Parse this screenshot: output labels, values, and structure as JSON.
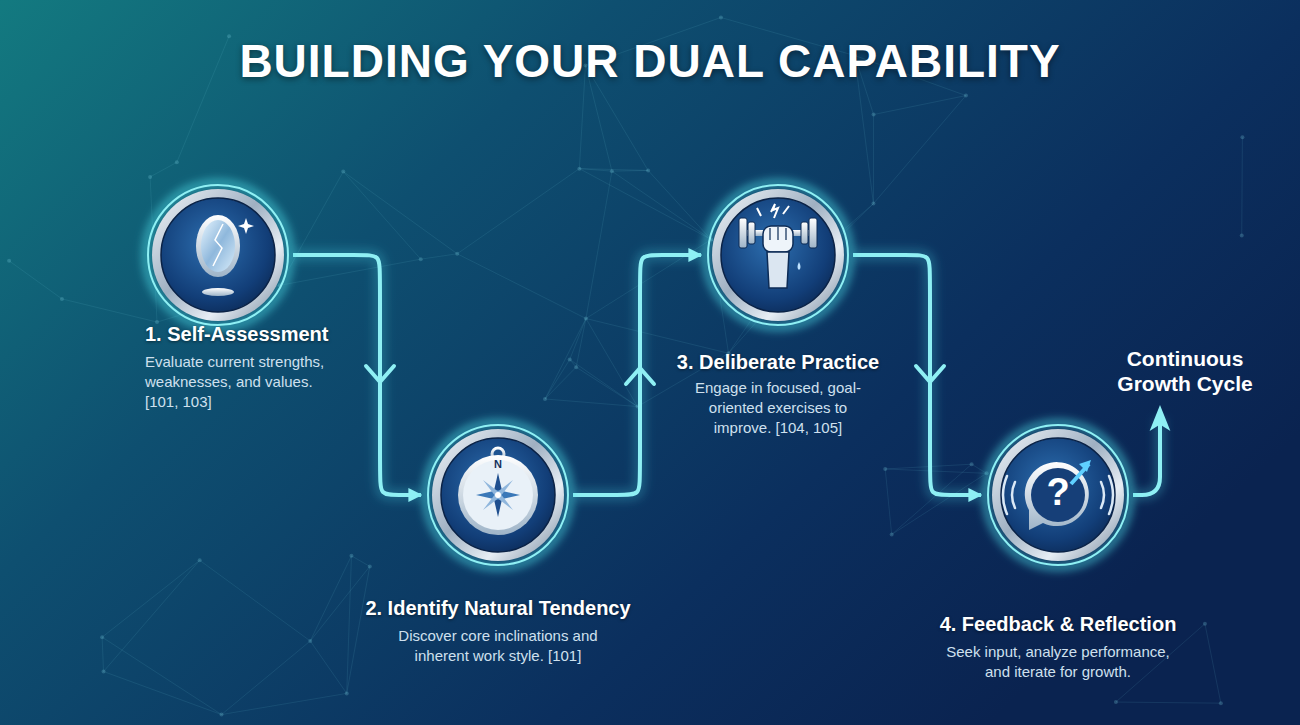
{
  "diagram": {
    "title": "BUILDING YOUR DUAL CAPABILITY",
    "nodes": [
      {
        "text": [
          "1. Self-Assessment",
          "Evaluate current strengths, weaknesses, and values. [101, 103]"
        ]
      },
      {
        "text": [
          "2. Identify Natural Tendency",
          "Discover core inclinations and inherent work style. [101]"
        ]
      },
      {
        "text": [
          "3. Deliberate Practice",
          "Engage in focused, goal-oriented exercises to improve. [104, 105]"
        ]
      },
      {
        "text": [
          "4. Feedback & Reflection",
          "Seek input, analyze performance, and iterate for growth."
        ]
      }
    ],
    "edges": [
      {
        "from": 0,
        "to": 1,
        "arrow": "to"
      },
      {
        "from": 1,
        "to": 2,
        "arrow": "to"
      },
      {
        "from": 2,
        "to": 3,
        "arrow": "to"
      }
    ],
    "labels": [
      "N",
      "?",
      "Continuous Growth Cycle"
    ]
  }
}
